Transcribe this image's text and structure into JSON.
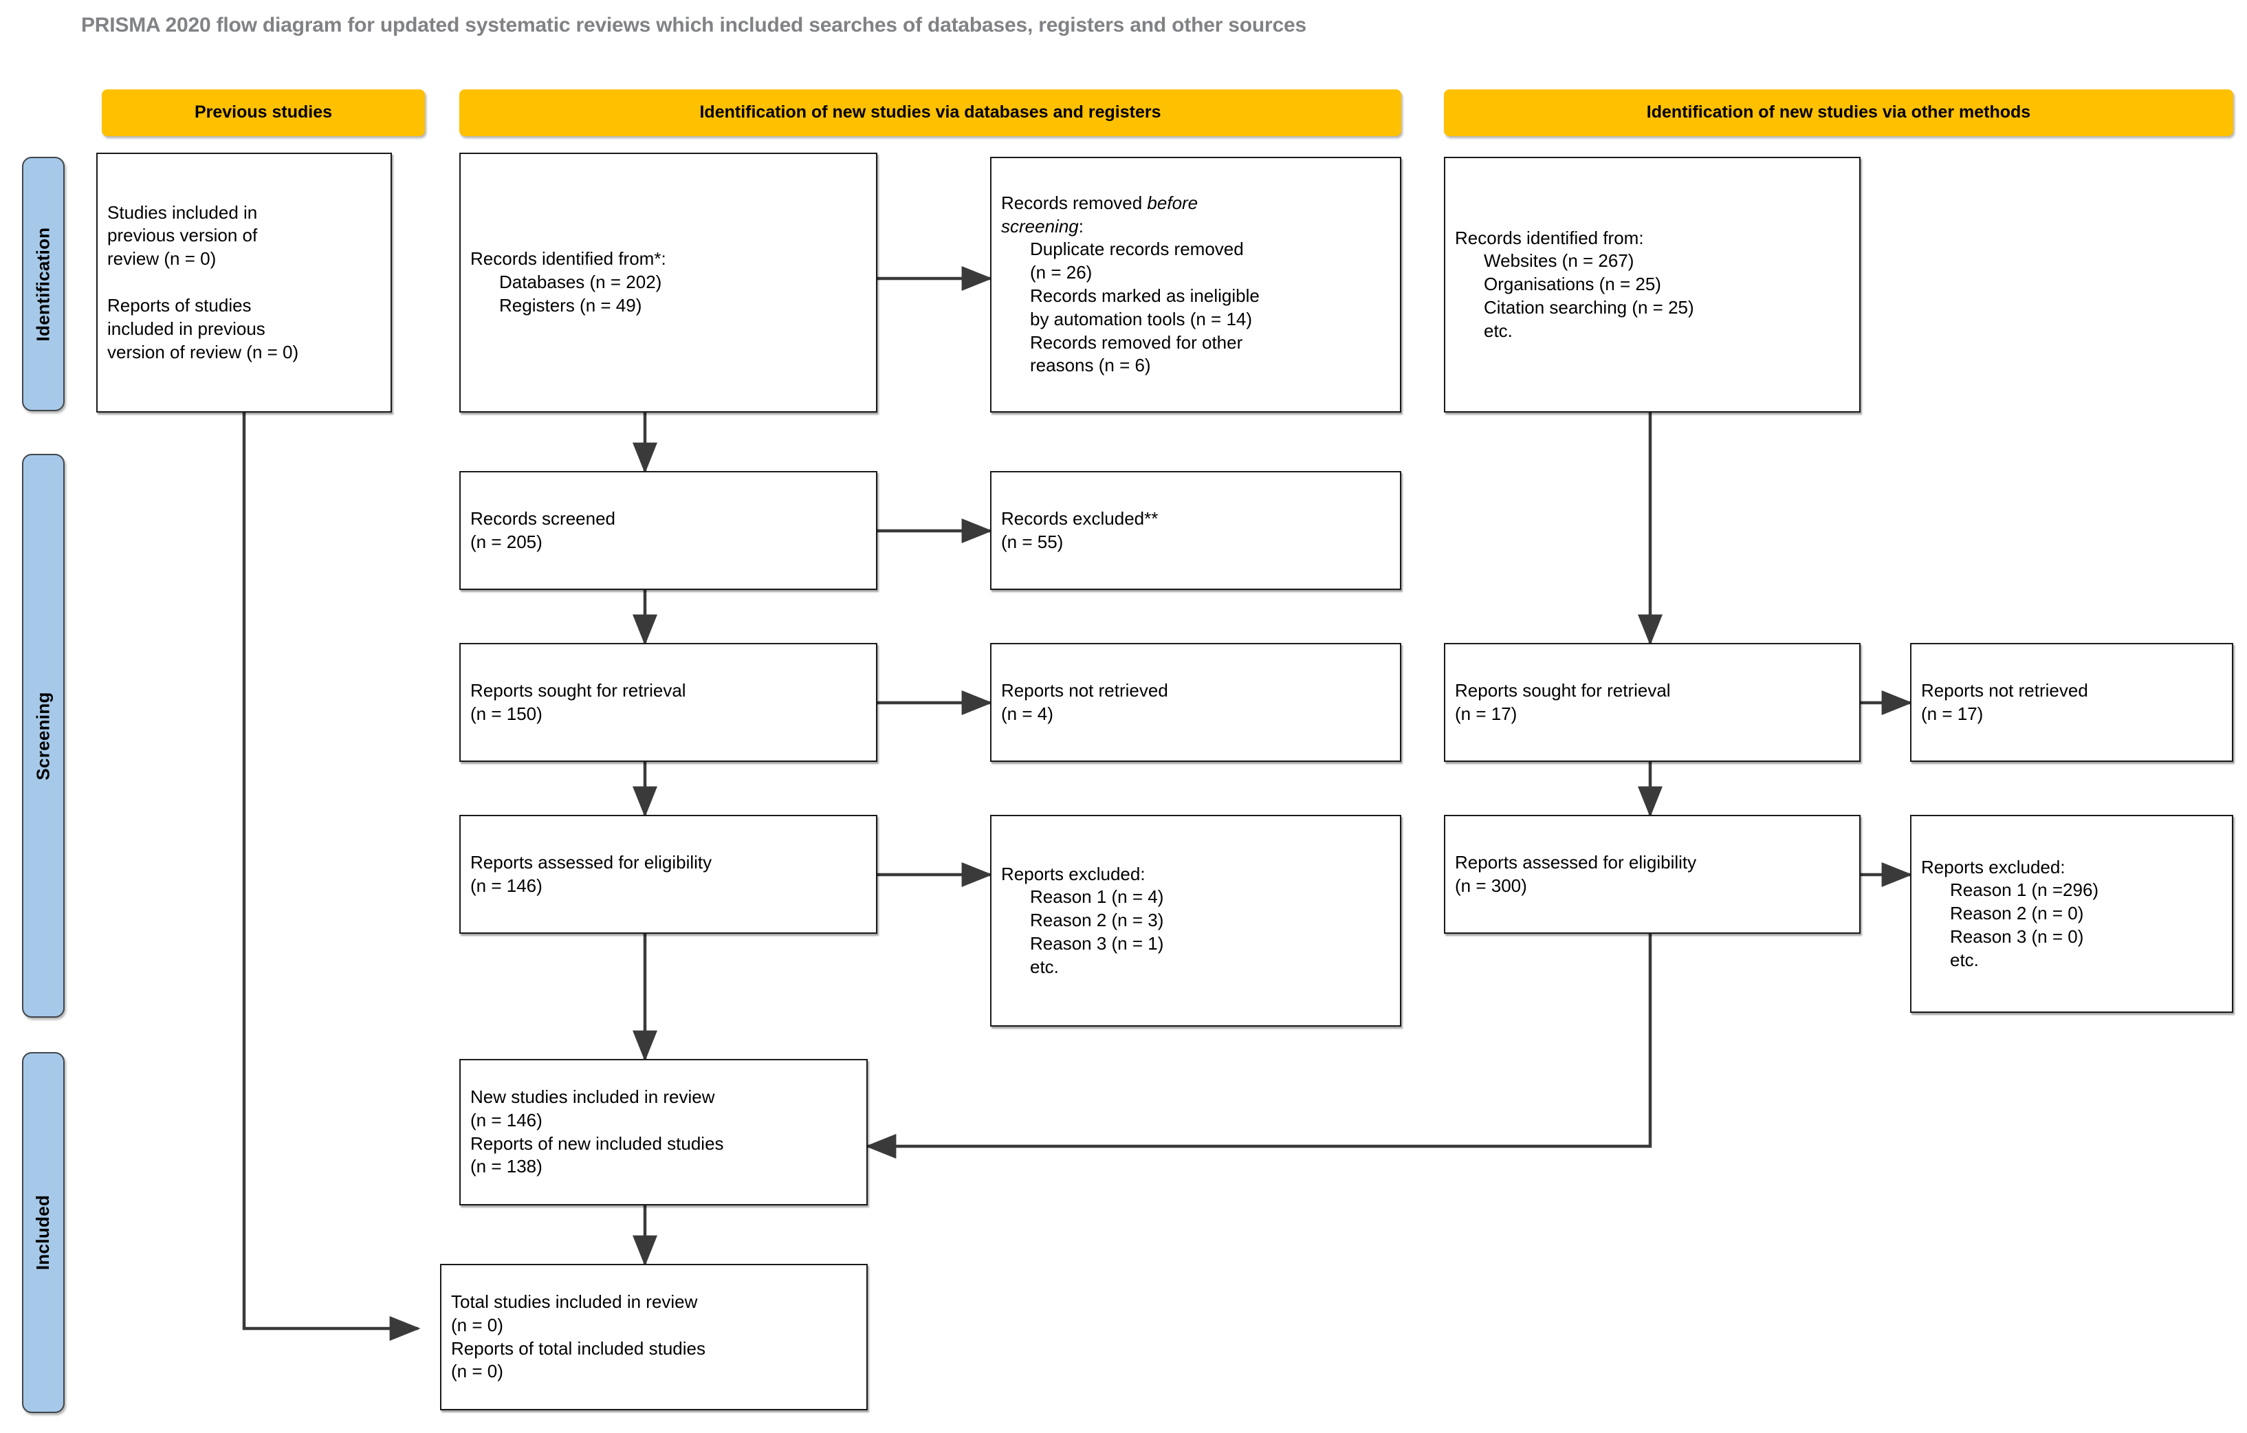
{
  "title": "PRISMA 2020 flow diagram for updated systematic reviews which included searches of databases, registers and other sources",
  "colors": {
    "header_yellow": "#FFC000",
    "stage_blue": "#A6C9E9",
    "box_border": "#1A1A1A",
    "title_grey": "#808285"
  },
  "headers": {
    "previous": "Previous studies",
    "databases": "Identification of new studies via databases and registers",
    "other": "Identification of new studies via other methods"
  },
  "stages": {
    "identification": "Identification",
    "screening": "Screening",
    "included": "Included"
  },
  "boxes": {
    "previous_studies": {
      "l1": "Studies included in",
      "l2": "previous version of",
      "l3": "review (n = 0)",
      "l4": "Reports of studies",
      "l5": "included in previous",
      "l6": "version of review (n = 0)"
    },
    "records_identified": {
      "l1": "Records identified from*:",
      "l2": "Databases (n = 202)",
      "l3": "Registers (n = 49)"
    },
    "records_removed": {
      "l1a": "Records removed ",
      "l1b": "before",
      "l2a": "screening",
      "l2b": ":",
      "l3": "Duplicate records removed",
      "l4": "(n = 26)",
      "l5": "Records marked as ineligible",
      "l6": "by automation tools (n = 14)",
      "l7": "Records removed for other",
      "l8": "reasons (n = 6)"
    },
    "records_screened": {
      "l1": "Records screened",
      "l2": "(n = 205)"
    },
    "records_excluded": {
      "l1": "Records excluded**",
      "l2": "(n = 55)"
    },
    "reports_sought_db": {
      "l1": "Reports sought for retrieval",
      "l2": "(n = 150)"
    },
    "reports_not_retrieved_db": {
      "l1": "Reports not retrieved",
      "l2": "(n = 4)"
    },
    "reports_assessed_db": {
      "l1": "Reports assessed for eligibility",
      "l2": "(n = 146)"
    },
    "reports_excluded_db": {
      "l1": "Reports excluded:",
      "l2": "Reason 1 (n = 4)",
      "l3": "Reason 2 (n = 3)",
      "l4": "Reason 3 (n = 1)",
      "l5": "etc."
    },
    "other_identified": {
      "l1": "Records identified from:",
      "l2": "Websites (n = 267)",
      "l3": "Organisations (n = 25)",
      "l4": "Citation searching (n = 25)",
      "l5": "etc."
    },
    "reports_sought_other": {
      "l1": "Reports sought for retrieval",
      "l2": "(n = 17)"
    },
    "reports_not_retrieved_other": {
      "l1": "Reports not retrieved",
      "l2": "(n = 17)"
    },
    "reports_assessed_other": {
      "l1": "Reports assessed for eligibility",
      "l2": "(n = 300)"
    },
    "reports_excluded_other": {
      "l1": "Reports excluded:",
      "l2": "Reason 1 (n =296)",
      "l3": "Reason 2 (n = 0)",
      "l4": "Reason 3 (n = 0)",
      "l5": "etc."
    },
    "new_included": {
      "l1": "New studies included in review",
      "l2": "(n = 146)",
      "l3": "Reports of new included studies",
      "l4": "(n = 138)"
    },
    "total_included": {
      "l1": "Total studies included in review",
      "l2": "(n = 0)",
      "l3": "Reports of total included studies",
      "l4": "(n = 0)"
    }
  }
}
